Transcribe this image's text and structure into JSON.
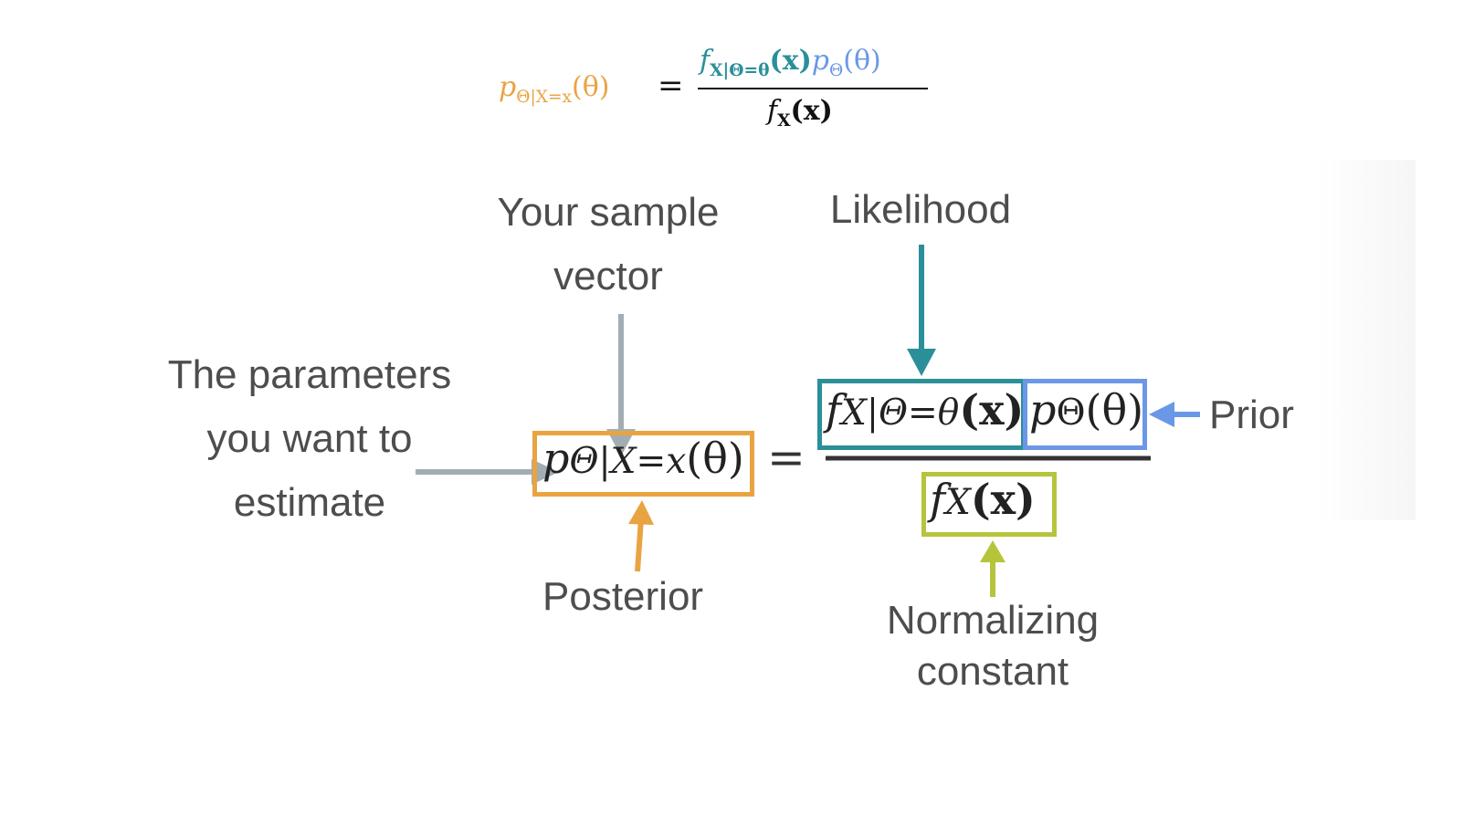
{
  "colors": {
    "posterior": "#e9a442",
    "likelihood": "#2b8f9a",
    "prior": "#6b98e6",
    "normalizing": "#b6c43c",
    "sample_arrow": "#a2adb3",
    "text": "#4d4d4d",
    "formula_text": "#111111"
  },
  "formula": {
    "equals": "=",
    "posterior": {
      "base": "p",
      "sub": "Θ|X=x",
      "arg": "(θ)"
    },
    "likelihood": {
      "base": "f",
      "sub": "X|Θ=θ",
      "arg": "(x)"
    },
    "prior": {
      "base": "p",
      "sub": "Θ",
      "arg": "(θ)"
    },
    "evidence": {
      "base": "f",
      "sub": "X",
      "arg": "(x)"
    }
  },
  "labels": {
    "sample_vector": [
      "Your sample",
      "vector"
    ],
    "likelihood": "Likelihood",
    "parameters": [
      "The parameters",
      "you want to",
      "estimate"
    ],
    "prior": "Prior",
    "posterior": "Posterior",
    "normalizing": [
      "Normalizing",
      "constant"
    ]
  }
}
